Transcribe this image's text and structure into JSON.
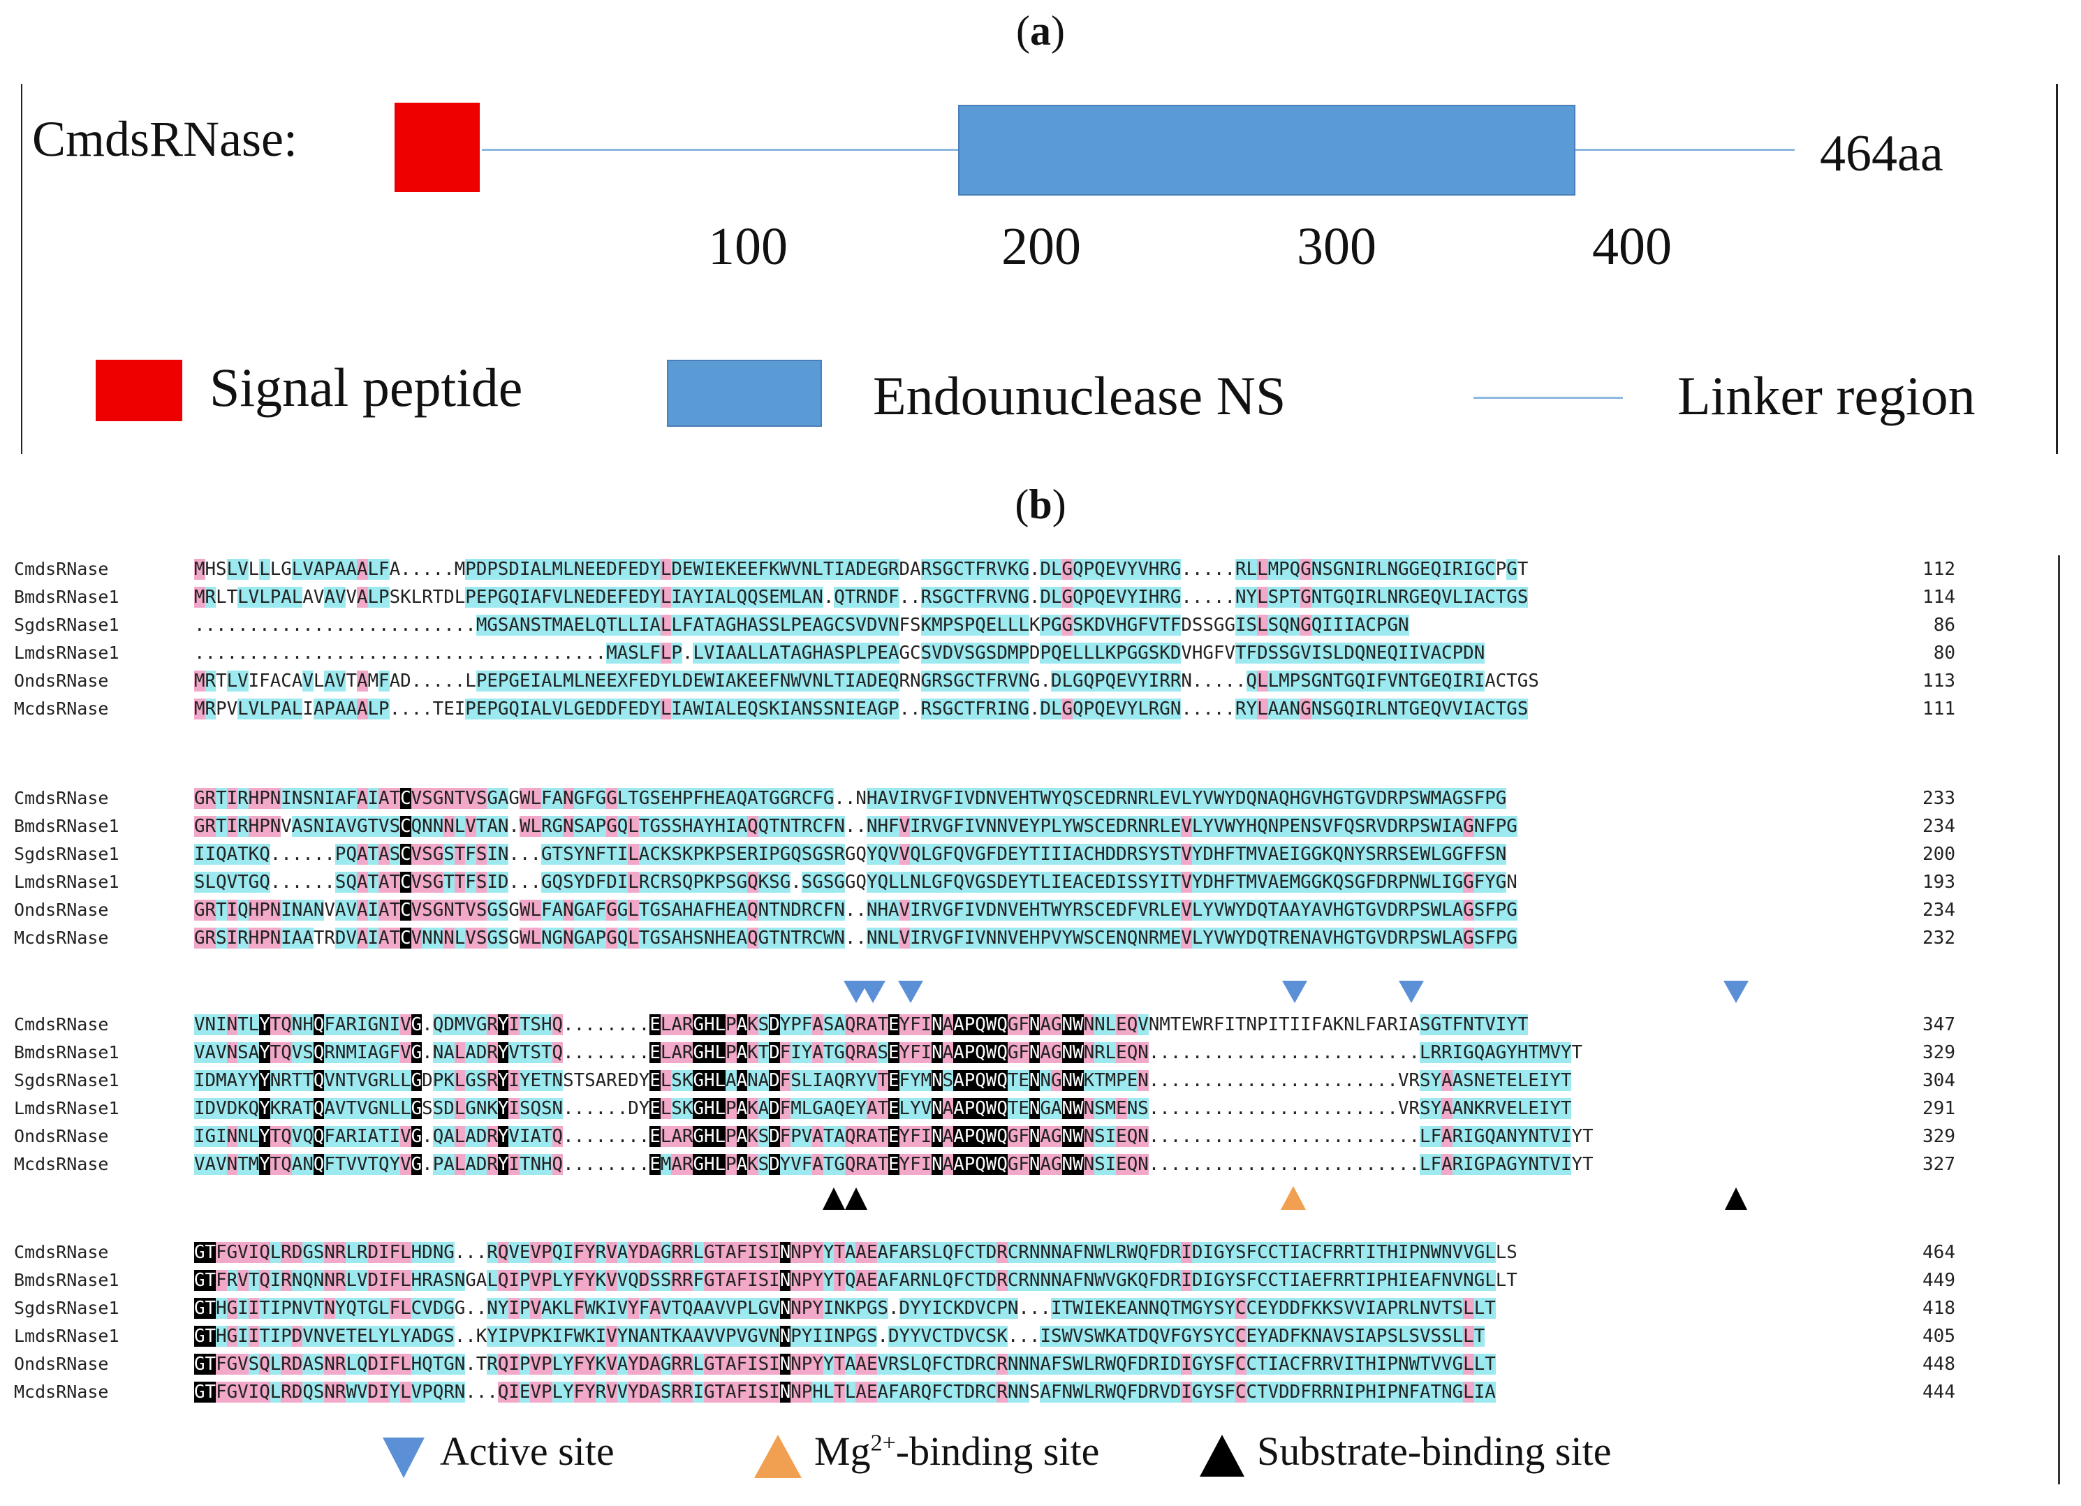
{
  "panel_a": {
    "letter": "a",
    "protein_name": "CmdsRNase:",
    "protein_length_label": "464aa",
    "axis_ticks": [
      "100",
      "200",
      "300",
      "400"
    ],
    "domains": [
      {
        "name": "Signal peptide",
        "color": "#ff0000"
      },
      {
        "name": "Endounuclease NS",
        "color": "#5b9bd5"
      }
    ],
    "legend": {
      "signal_peptide": "Signal peptide",
      "endonuclease": "Endounuclease NS",
      "linker": "Linker region"
    },
    "colors": {
      "signal": "#ee0000",
      "endonuclease": "#5b9bd5",
      "linker": "#8fb8e0"
    }
  },
  "panel_b": {
    "letter": "b",
    "names": [
      "CmdsRNase",
      "BmdsRNase1",
      "SgdsRNase1",
      "LmdsRNase1",
      "OndsRNase",
      "McdsRNase"
    ],
    "blocks": [
      {
        "rows": [
          {
            "seq": "MHSLVLLLGLVAPAAALFA.....MPDPSDIALMLNEEDFEDYLDEWIEKEEFKWVNLTIADEGRDARSGCTFRVKG.DLGQPQEVYVHRG.....RLLMPQGNSGNIRLNGGEQIRIGCPGT",
            "num": "112"
          },
          {
            "seq": "MRLTLVLPALAVAVVALPSKLRTDLPEPGQIAFVLNEDEFEDYLIAYIALQQSEMLAN.QTRNDF..RSGCTFRVNG.DLGQPQEVYIHRG.....NYLSPTGNTGQIRLNRGEQVLIACTGS",
            "num": "114"
          },
          {
            "seq": "..........................MGSANSTMAELQTLLIALLFATAGHASSLPEAGCSVDVNFSKMPSPQELLLKPGGSKDVHGFVTFDSSGGISLSQNGQIIIACPGN",
            "num": "86"
          },
          {
            "seq": "......................................MASLFLP.LVIAALLATAGHASPLPEAGCSVDVSGSDMPDPQELLLKPGGSKDVHGFVTFDSSGVISLDQNEQIIVACPDN",
            "num": "80"
          },
          {
            "seq": "MRTLVIFACAVLAVTAMFAD.....LPEPGEIALMLNEEXFEDYLDEWIAKEEFNWVNLTIADEQRNGRSGCTFRVNG.DLGQPQEVYIRRN.....QLLMPSGNTGQIFVNTGEQIRIACTGS",
            "num": "113"
          },
          {
            "seq": "MRPVLVLPALIAPAAALP....TEIPEPGQIALVLGEDDFEDYLIAWIALEQSKIANSSNIEAGP..RSGCTFRING.DLGQPQEVYLRGN.....RYLAANGNSGQIRLNTGEQVVIACTGS",
            "num": "111"
          }
        ]
      },
      {
        "rows": [
          {
            "seq": "GRTIRHPNINSNIAFAIATCVSGNTVSGAGWLFANGFGGLTGSEHPFHEAQATGGRCFG..NHAVIRVGFIVDNVEHTWYQSCEDRNRLEVLYVWYDQNAQHGVHGTGVDRPSWMAGSFPG",
            "num": "233"
          },
          {
            "seq": "GRTIRHPNVASNIAVGTVSCQNNNLVTAN.WLRGNSAPGQLTGSSHAYHIAQQTNTRCFN..NHFVIRVGFIVNNVEYPLYWSCEDRNRLEVLYVWYHQNPENSVFQSRVDRPSWIAGNFPG",
            "num": "234"
          },
          {
            "seq": "IIQATKQ......PQATASCVSGSTFSIN...GTSYNFTILACKSKPKPSERIPGQSGSRGQYQVVQLGFQVGFDEYTIIIACHDDRSYSTVYDHFTMVAEIGGKQNYSRRSEWLGGFFSN",
            "num": "200"
          },
          {
            "seq": "SLQVTGQ......SQATATCVSGTTFSID...GQSYDFDILRCRSQPKPSGQKSG.SGSGGQYQLLNLGFQVGSDEYTLIEACEDISSYITVYDHFTMVAEMGGKQSGFDRPNWLIGGFYGN",
            "num": "193"
          },
          {
            "seq": "GRTIQHPNINANVAVAIATCVSGNTVSGSGWLFANGAFGGLTGSAHAFHEAQNTNDRCFN..NHAVIRVGFIVDNVEHTWYRSCEDFVRLEVLYVWYDQTAAYAVHGTGVDRPSWLAGSFPG",
            "num": "234"
          },
          {
            "seq": "GRSIRHPNIAATRDVAIATCVNNNLVSGSGWLNGNGAPGQLTGSAHSNHEAQGTNTRCWN..NNLVIRVGFIVNNVEHPVYWSCENQNRMEVLYVWYDQTRENAVHGTGVDRPSWLAGSFPG",
            "num": "232"
          }
        ]
      },
      {
        "rows": [
          {
            "seq": "VNINTLYTQNHQFARIGNIVG.QDMVGRYITSHQ........ELARGHLPAKSDYPFASAQRATEYFINAAPQWQGFNAGNWNNLEQVNMTEWRFITNPITIIFAKNLFARIASGTFNTVIYT",
            "num": "347"
          },
          {
            "seq": "VAVNSAYTQVSQRNMIAGFVG.NALADRYVTSTQ........ELARGHLPAKTDFIYATGQRASEYFINAAPQWQGFNAGNWNRLEQN.........................LRRIGQAGYHTMVYT",
            "num": "329"
          },
          {
            "seq": "IDMAYYYNRTTQVNTVGRLLGDPKLGSRYIYETNSTSAREDYELSKGHLAANADFSLIAQRYVTEFYMNSAPQWQTENNGNWKTMPEN.......................VRSYAASNETELEIYT",
            "num": "304"
          },
          {
            "seq": "IDVDKQYKRATQAVTVGNLLGSSDLGNKYISQSN......DYELSKGHLPAKADFMLGAQEYATELYVNAAPQWQTENGANWNSMENS.......................VRSYAANKRVELEIYT",
            "num": "291"
          },
          {
            "seq": "IGINNLYTQVQQFARIATIVG.QALADRYVIATQ........ELARGHLPAKSDFPVATAQRATEYFINAAPQWQGFNAGNWNSIEQN.........................LFARIGQANYNTVIYT",
            "num": "329"
          },
          {
            "seq": "VAVNTMYTQANQFTVVTQYVG.PALADRYITNHQ........EMARGHLPAKSDYVFATGQRATEYFINAAPQWQGFNAGNWNSIEQN.........................LFARIGPAGYNTVIYT",
            "num": "327"
          }
        ]
      },
      {
        "rows": [
          {
            "seq": "GTFGVIQLRDGSNRLRDIFLHDNG...RQVEVPQIFYRVAYDAGRRLGTAFISINNPYYTAAEAFARSLQFCTDRCRNNNAFNWLRWQFDRIDIGYSFCCTIACFRRTITHIPNWNVVGLLS",
            "num": "464"
          },
          {
            "seq": "GTFRVTQIRNQNNRLVDIFLHRASNGALQIPVPLYFYKVVQDSSRRFGTAFISINNPYYTQAEAFARNLQFCTDRCRNNNAFNWVGKQFDRIDIGYSFCCTIAEFRRTIPHIEAFNVNGLLT",
            "num": "449"
          },
          {
            "seq": "GTHGIITIPNVTNYQTGLFLCVDGG..NYIPVAKLFWKIVYFAVTQAAVVPLGVNNPYINKPGS.DYYICKDVCPN...ITWIEKEANNQTMGYSYCCEYDDFKKSVVIAPRLNVTSLLT",
            "num": "418"
          },
          {
            "seq": "GTHGIITIPDVNVETELYLYADGS..KYIPVPKIFWKIVYNANTKAAVVPVGVNNPYIINPGS.DYYVCTDVCSK...ISWVSWKATDQVFGYSYCCEYADFKNAVSIAPSLSVSSLLT",
            "num": "405"
          },
          {
            "seq": "GTFGVSQLRDASNRLQDIFLHQTGN.TRQIPVPLYFYKVAYDAGRRLGTAFISINNPYYTAAEVRSLQFCTDRCRNNNAFSWLRWQFDRIDIGYSFCCTIACFRRVITHIPNWTVVGLLT",
            "num": "448"
          },
          {
            "seq": "GTFGVIQLRDQSNRWVDIYLVPQRN...QIEVPLYFYRVVYDASRRIGTAFISINNPHLTLAEAFARQFCTDRCRNNSAFNWLRWQFDRVDIGYSFCCTVDDFRRNIPHIPNFATNGLIA",
            "num": "444"
          }
        ]
      }
    ],
    "legend": {
      "active": "Active site",
      "mg_prefix": "Mg",
      "mg_sup": "2+",
      "mg_suffix": "-binding site",
      "substrate": "Substrate-binding site"
    },
    "colors": {
      "identical": "#000000",
      "high": "#f2a8c8",
      "similar": "#9de9f0",
      "active": "#5b8fd6",
      "mg": "#f0a050",
      "substrate": "#000000"
    }
  }
}
